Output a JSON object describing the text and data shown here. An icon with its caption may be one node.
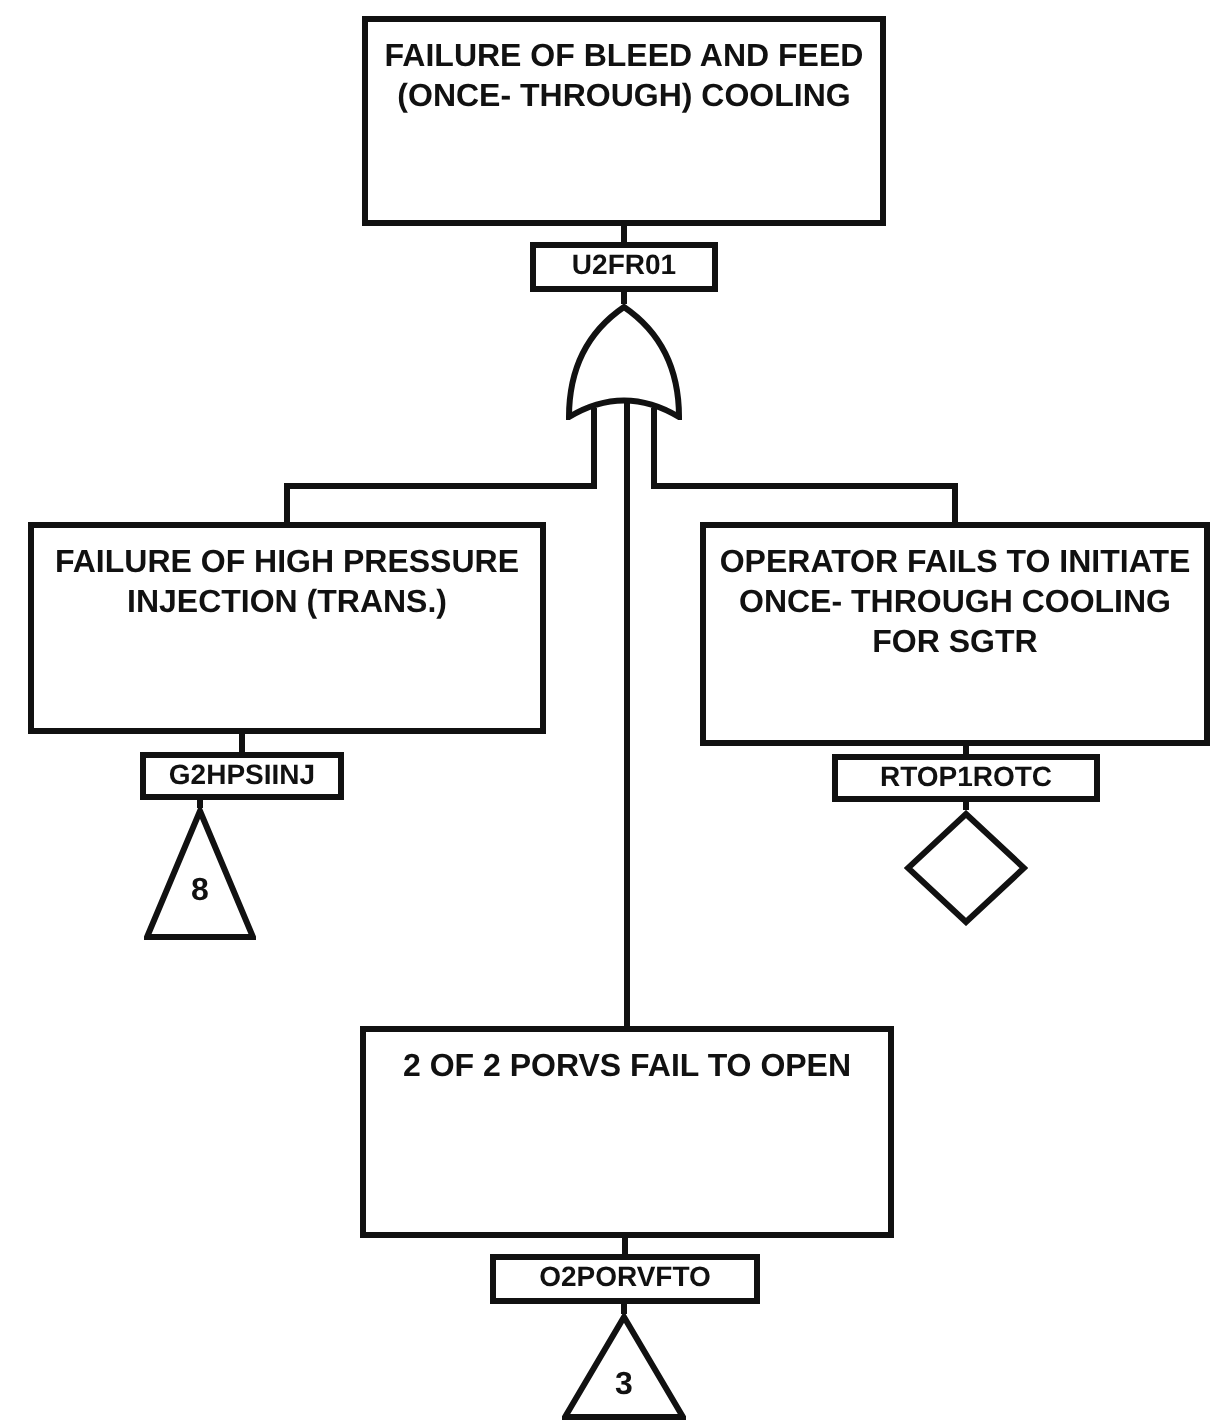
{
  "diagram": {
    "nodes": [
      {
        "text": [
          "FAILURE OF BLEED AND FEED (ONCE- THROUGH) COOLING"
        ]
      },
      {
        "text": [
          "U2FR01"
        ]
      },
      {
        "text": [],
        "shape": "gate"
      },
      {
        "text": [
          "FAILURE OF HIGH PRESSURE INJECTION (TRANS.)"
        ]
      },
      {
        "text": [
          "G2HPSIINJ"
        ]
      },
      {
        "text": [
          "8"
        ]
      },
      {
        "text": [
          "OPERATOR FAILS TO INITIATE ONCE- THROUGH COOLING FOR SGTR"
        ]
      },
      {
        "text": [
          "RTOP1ROTC"
        ]
      },
      {
        "text": [],
        "shape": "diamond"
      },
      {
        "text": [
          "2 OF 2 PORVS FAIL TO OPEN"
        ]
      },
      {
        "text": [
          "O2PORVFTO"
        ]
      },
      {
        "text": [
          "3"
        ]
      }
    ],
    "edges": [
      {
        "from": 0,
        "to": 1,
        "arrow": "none"
      },
      {
        "from": 1,
        "to": 2,
        "arrow": "none"
      },
      {
        "from": 2,
        "to": 3,
        "arrow": "none"
      },
      {
        "from": 2,
        "to": 6,
        "arrow": "none"
      },
      {
        "from": 2,
        "to": 9,
        "arrow": "none"
      },
      {
        "from": 3,
        "to": 4,
        "arrow": "none"
      },
      {
        "from": 4,
        "to": 5,
        "arrow": "none"
      },
      {
        "from": 6,
        "to": 7,
        "arrow": "none"
      },
      {
        "from": 7,
        "to": 8,
        "arrow": "none"
      },
      {
        "from": 9,
        "to": 10,
        "arrow": "none"
      },
      {
        "from": 10,
        "to": 11,
        "arrow": "none"
      }
    ]
  }
}
